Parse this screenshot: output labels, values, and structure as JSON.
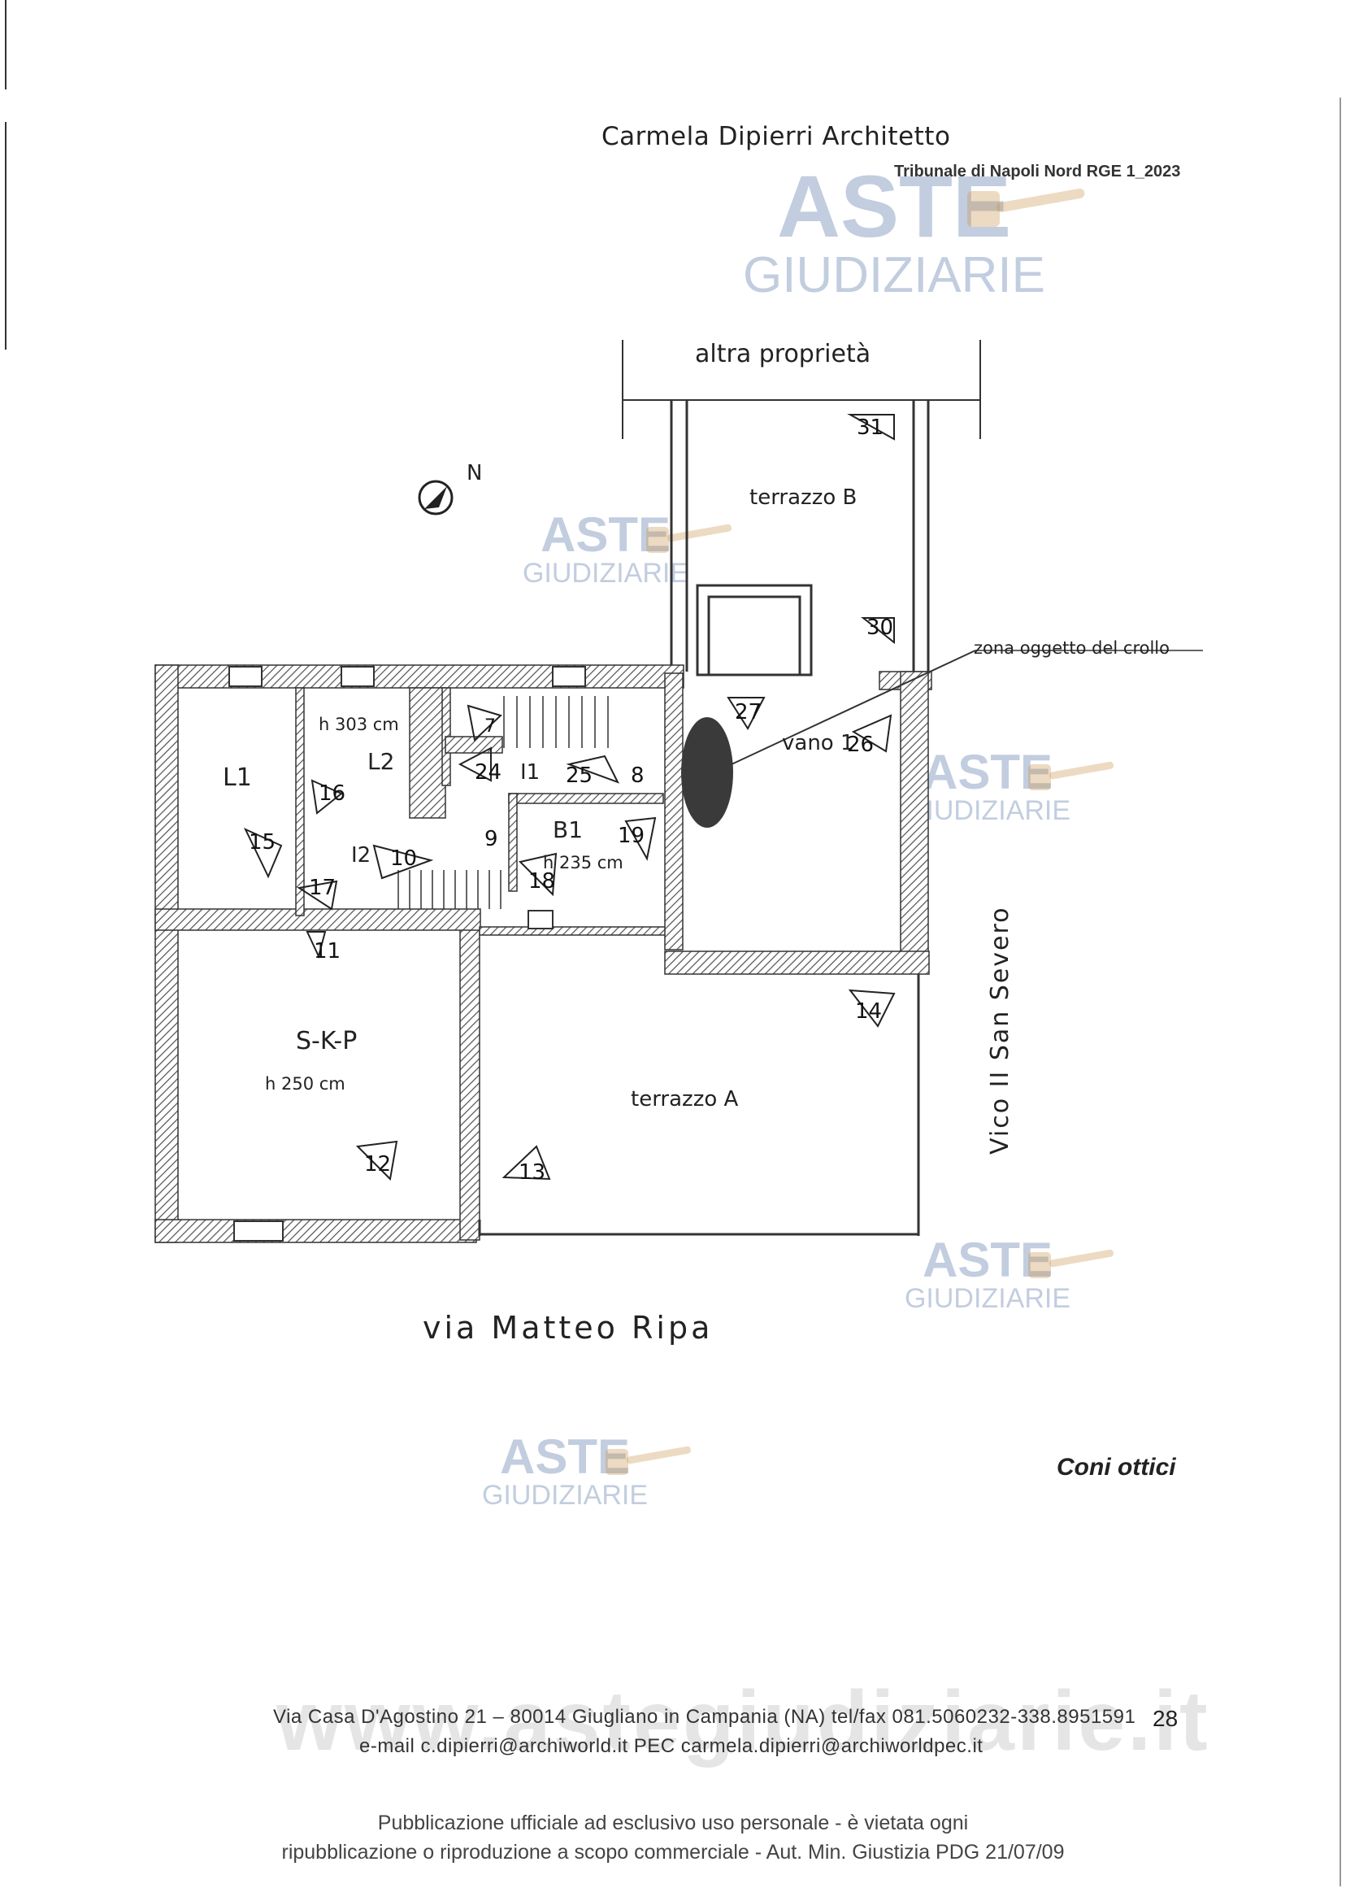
{
  "header": {
    "author": "Carmela Dipierri Architetto",
    "court": "Tribunale di Napoli Nord  RGE 1_2023"
  },
  "watermark": {
    "line1": "ASTE",
    "line2": "GIUDIZIARIE",
    "site": "www.astegiudiziarie.it"
  },
  "plan": {
    "north": "N",
    "neighbour": "altra proprietà",
    "street_bottom": "via Matteo Ripa",
    "street_right": "Vico II San Severo",
    "collapse_zone": "zona oggetto del crollo",
    "rooms": {
      "terrazzo_b": "terrazzo B",
      "terrazzo_a": "terrazzo A",
      "vano": "vano 1",
      "l1": "L1",
      "l2": "L2",
      "l2_height": "h 303 cm",
      "i1": "I1",
      "i2": "I2",
      "b1": "B1",
      "b1_height": "h 235 cm",
      "skp": "S-K-P",
      "skp_height": "h 250 cm"
    },
    "view_cones": [
      "7",
      "8",
      "9",
      "10",
      "11",
      "12",
      "13",
      "14",
      "15",
      "16",
      "17",
      "18",
      "19",
      "24",
      "25",
      "26",
      "27",
      "30",
      "31"
    ]
  },
  "caption": "Coni ottici",
  "footer": {
    "address": "Via Casa D'Agostino 21 –    80014  Giugliano in Campania  (NA)     tel/fax 081.5060232-338.8951591",
    "email": "e-mail  c.dipierri@archiworld.it        PEC carmela.dipierri@archiworldpec.it",
    "page": "28",
    "notice_line1": "Pubblicazione ufficiale ad esclusivo uso personale - è vietata ogni",
    "notice_line2": "ripubblicazione o riproduzione a scopo commerciale - Aut. Min. Giustizia PDG 21/07/09"
  },
  "colors": {
    "watermark": "#7891b9",
    "wall_hatch": "#555555",
    "collapse": "#333333"
  }
}
